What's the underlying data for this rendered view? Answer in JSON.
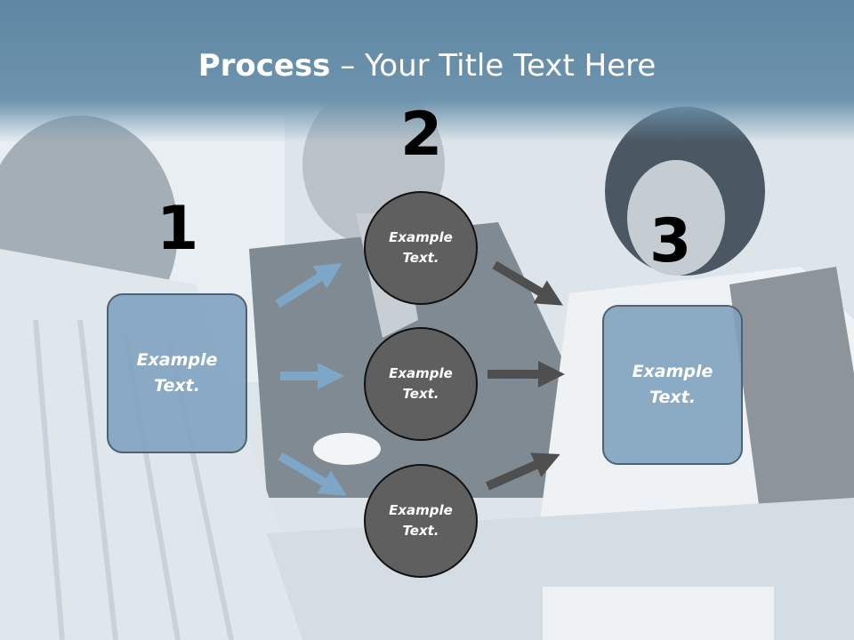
{
  "slide": {
    "title_bold": "Process",
    "title_rest": " – Your Title Text Here",
    "steps": [
      "1",
      "2",
      "3"
    ],
    "left_box": "Example Text.",
    "right_box": "Example Text.",
    "circles": [
      "Example Text.",
      "Example Text.",
      "Example Text."
    ]
  },
  "colors": {
    "box_fill": "#7da0be",
    "circle_fill": "#5f5f5f",
    "blue_arrow": "#7ea6c6",
    "dark_arrow": "#4f4f4f"
  }
}
